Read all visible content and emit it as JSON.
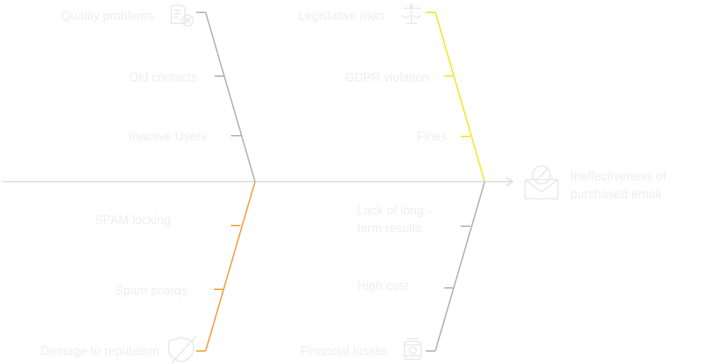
{
  "effect": {
    "line1": "Ineffectiveness of",
    "line2": "purchased email",
    "icon": "envelope-blocked-icon"
  },
  "categories": [
    {
      "title": "Quality problems",
      "icon": "document-x-icon",
      "color": "#b3b3b3",
      "causes": [
        "Old contacts",
        "Inactive Users"
      ]
    },
    {
      "title": "Legislative risks",
      "icon": "scales-icon",
      "color": "#f6e52a",
      "causes": [
        "GDPR violation",
        "Fines"
      ]
    },
    {
      "title": "Damage to reputation",
      "icon": "broken-shield-icon",
      "color": "#f2a13c",
      "causes": [
        "SPAM locking",
        "Spam scarqs"
      ]
    },
    {
      "title": "Financial losses",
      "icon": "money-stack-icon",
      "color": "#b3b3b3",
      "causes": [
        "Lack of long -\nterm results",
        "High cost"
      ]
    }
  ],
  "colors": {
    "spine": "#d6d6d6",
    "text": "#eeeeee",
    "icon_stroke": "#e6e6e6"
  }
}
